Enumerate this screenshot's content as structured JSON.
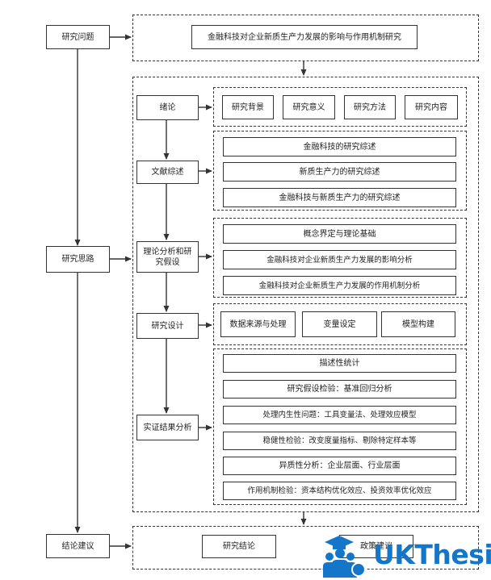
{
  "left_column": {
    "question": "研究问题",
    "approach": "研究思路",
    "conclusion": "结论建议"
  },
  "title_box": "金融科技对企业新质生产力发展的影响与作用机制研究",
  "sections": {
    "intro": {
      "label": "绪论",
      "items": [
        "研究背景",
        "研究意义",
        "研究方法",
        "研究内容"
      ]
    },
    "literature": {
      "label": "文献综述",
      "items": [
        "金融科技的研究综述",
        "新质生产力的研究综述",
        "金融科技与新质生产力的研究综述"
      ]
    },
    "theory": {
      "label": "理论分析和研究假设",
      "items": [
        "概念界定与理论基础",
        "金融科技对企业新质生产力发展的影响分析",
        "金融科技对企业新质生产力发展的作用机制分析"
      ]
    },
    "design": {
      "label": "研究设计",
      "items": [
        "数据来源与处理",
        "变量设定",
        "模型构建"
      ]
    },
    "empirical": {
      "label": "实证结果分析",
      "items": [
        "描述性统计",
        "研究假设检验：基准回归分析",
        "处理内生性问题：工具变量法、处理效应模型",
        "稳健性检验：改变度量指标、剔除特定样本等",
        "异质性分析：企业层面、行业层面",
        "作用机制检验：资本结构优化效应、投资效率优化效应"
      ]
    }
  },
  "conclusion_items": [
    "研究结论",
    "政策建议"
  ],
  "watermark": {
    "text": "UKThesis",
    "color": "#1476c8",
    "icon": "graduate-people-icon"
  }
}
